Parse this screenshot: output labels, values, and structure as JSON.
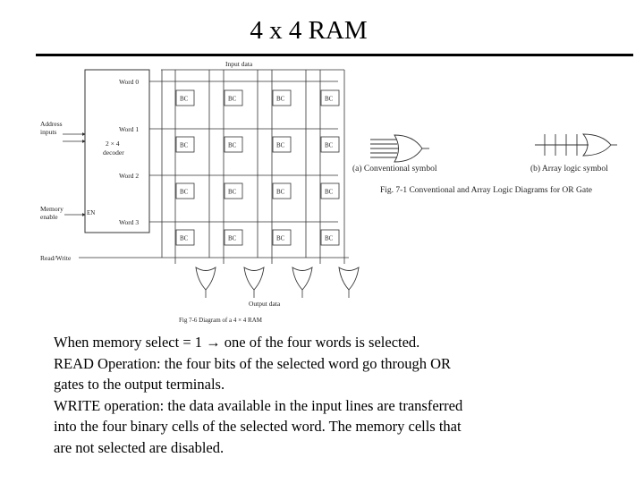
{
  "title": "4 x 4 RAM",
  "ram_diagram": {
    "input_label": "Input data",
    "output_label": "Output data",
    "word_labels": [
      "Word 0",
      "Word 1",
      "Word 2",
      "Word 3"
    ],
    "address_label": [
      "Address",
      "inputs"
    ],
    "decoder_label": [
      "2 × 4",
      "decoder"
    ],
    "memory_enable_label": [
      "Memory",
      "enable"
    ],
    "en_label": "EN",
    "read_write_label": "Read/Write",
    "cell_label": "BC",
    "caption": "Fig 7-6 Diagram of a 4 × 4 RAM"
  },
  "or_diagram": {
    "conventional_label": "(a) Conventional symbol",
    "array_label": "(b) Array logic symbol",
    "caption": "Fig. 7-1  Conventional and Array Logic Diagrams for OR Gate"
  },
  "body": [
    "When memory select = 1 → one of the four words is selected.",
    "READ Operation: the four bits of the selected word go through OR",
    "gates to the output terminals.",
    "WRITE operation:  the data available in the input lines are transferred",
    "into the four binary cells of the selected word.  The memory cells that",
    "are not selected are disabled."
  ]
}
